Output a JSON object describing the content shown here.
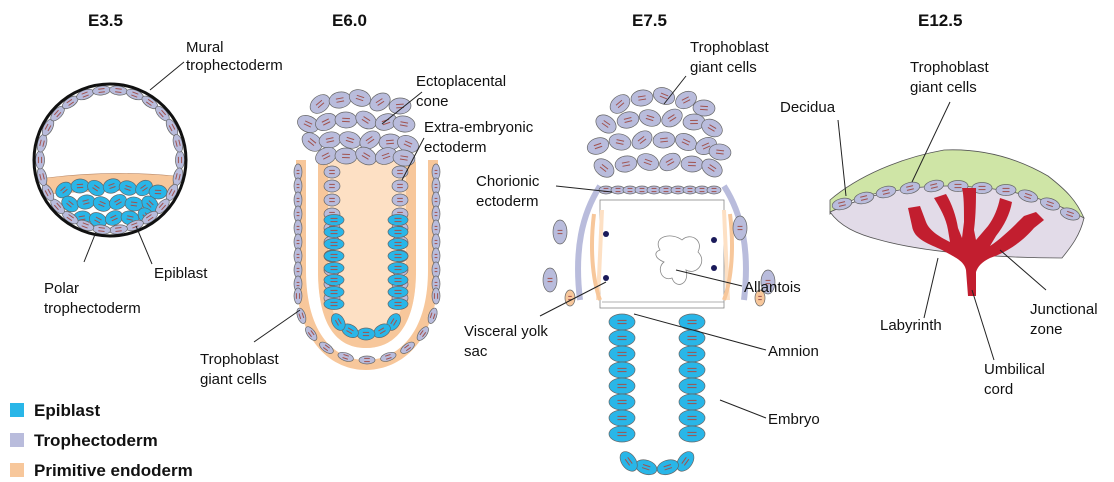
{
  "stages": [
    "E3.5",
    "E6.0",
    "E7.5",
    "E12.5"
  ],
  "labels": {
    "mural_troph": [
      "Mural",
      "trophectoderm"
    ],
    "polar_troph": [
      "Polar",
      "trophectoderm"
    ],
    "epiblast_e35": "Epiblast",
    "ectoplacental": [
      "Ectoplacental",
      "cone"
    ],
    "extraembryonic": [
      "Extra-embryonic",
      "ectoderm"
    ],
    "tgc_e60": [
      "Trophoblast",
      "giant cells"
    ],
    "tgc_e75": [
      "Trophoblast",
      "giant cells"
    ],
    "chorionic": [
      "Chorionic",
      "ectoderm"
    ],
    "allantois": "Allantois",
    "visceral": [
      "Visceral yolk",
      "sac"
    ],
    "amnion": "Amnion",
    "embryo": "Embryo",
    "decidua": "Decidua",
    "tgc_e125": [
      "Trophoblast",
      "giant cells"
    ],
    "labyrinth": "Labyrinth",
    "junctional": [
      "Junctional",
      "zone"
    ],
    "umbilical": [
      "Umbilical",
      "cord"
    ]
  },
  "legend": [
    {
      "label": "Epiblast",
      "color": "#29b6e8"
    },
    {
      "label": "Trophectoderm",
      "color": "#b9bcdc"
    },
    {
      "label": "Primitive endoderm",
      "color": "#f7c79b"
    }
  ],
  "colors": {
    "epiblast": "#29b6e8",
    "trophectoderm": "#b9bcdc",
    "endoderm": "#f7c79b",
    "nucleus": "#a0524f",
    "decidua": "#cfe5a6",
    "placenta": "#e2dbe8",
    "labyrinth": "#c21e2f",
    "blastocoel_dot": "#1a1a5a"
  }
}
